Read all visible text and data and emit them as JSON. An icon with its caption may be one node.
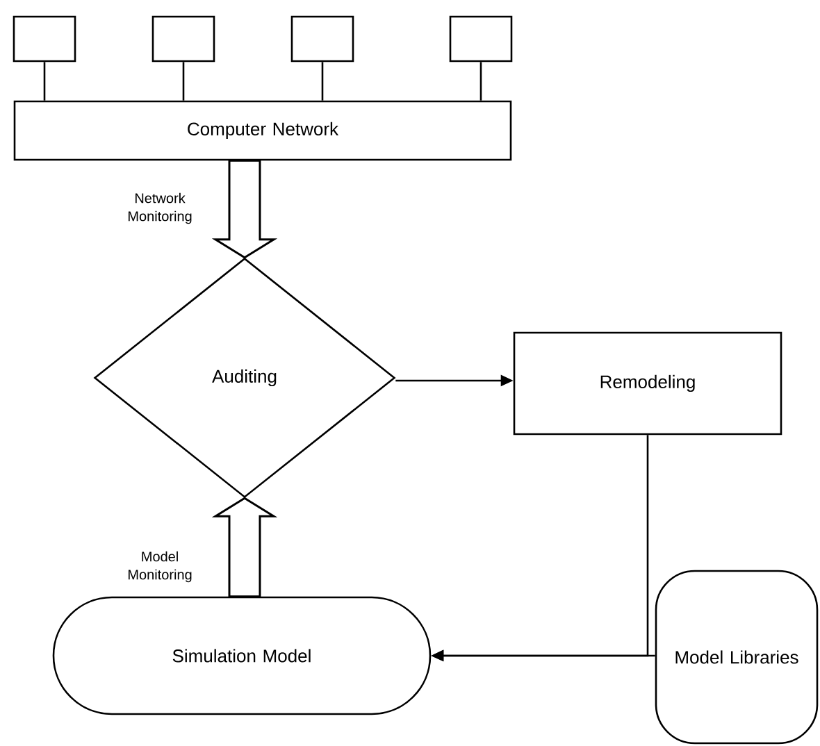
{
  "diagram": {
    "nodes": [
      {
        "text": [],
        "shape": "box"
      },
      {
        "text": [],
        "shape": "box"
      },
      {
        "text": [],
        "shape": "box"
      },
      {
        "text": [],
        "shape": "box"
      },
      {
        "text": [
          "Computer Network"
        ]
      },
      {
        "text": [
          "Auditing"
        ]
      },
      {
        "text": [
          "Remodeling"
        ]
      },
      {
        "text": [
          "Simulation Model"
        ]
      },
      {
        "text": [
          "Model Libraries"
        ]
      }
    ],
    "edges": [
      {
        "from": 0,
        "to": 4,
        "arrow": "none"
      },
      {
        "from": 1,
        "to": 4,
        "arrow": "none"
      },
      {
        "from": 2,
        "to": 4,
        "arrow": "none"
      },
      {
        "from": 3,
        "to": 4,
        "arrow": "none"
      },
      {
        "from": 4,
        "to": 5,
        "arrow": "to",
        "label": "Network Monitoring",
        "style": "thick"
      },
      {
        "from": 7,
        "to": 5,
        "arrow": "to",
        "label": "Model Monitoring",
        "style": "thick"
      },
      {
        "from": 5,
        "to": 6,
        "arrow": "to"
      },
      {
        "from": 6,
        "to": 7,
        "arrow": "to"
      },
      {
        "from": 8,
        "to": 7,
        "arrow": "to"
      }
    ]
  }
}
